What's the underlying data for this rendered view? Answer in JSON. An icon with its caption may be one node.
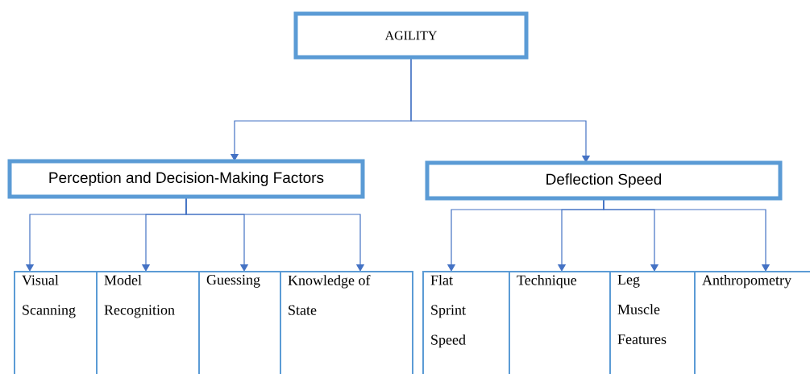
{
  "diagram": {
    "nodes": [
      {
        "text": [
          "AGILITY"
        ]
      },
      {
        "text": [
          "Perception and Decision-Making Factors"
        ]
      },
      {
        "text": [
          "Deflection Speed"
        ]
      },
      {
        "text": [
          "Visual Scanning"
        ]
      },
      {
        "text": [
          "Model Recognition"
        ]
      },
      {
        "text": [
          "Guessing"
        ]
      },
      {
        "text": [
          "Knowledge of State"
        ]
      },
      {
        "text": [
          "Flat Sprint Speed"
        ]
      },
      {
        "text": [
          "Technique"
        ]
      },
      {
        "text": [
          "Leg Muscle Features"
        ]
      },
      {
        "text": [
          "Anthropometry"
        ]
      }
    ],
    "edges": [
      {
        "from": 0,
        "to": 1,
        "arrow": "to"
      },
      {
        "from": 0,
        "to": 2,
        "arrow": "to"
      },
      {
        "from": 1,
        "to": 3,
        "arrow": "to"
      },
      {
        "from": 1,
        "to": 4,
        "arrow": "to"
      },
      {
        "from": 1,
        "to": 5,
        "arrow": "to"
      },
      {
        "from": 1,
        "to": 6,
        "arrow": "to"
      },
      {
        "from": 2,
        "to": 7,
        "arrow": "to"
      },
      {
        "from": 2,
        "to": 8,
        "arrow": "to"
      },
      {
        "from": 2,
        "to": 9,
        "arrow": "to"
      },
      {
        "from": 2,
        "to": 10,
        "arrow": "to"
      }
    ]
  }
}
